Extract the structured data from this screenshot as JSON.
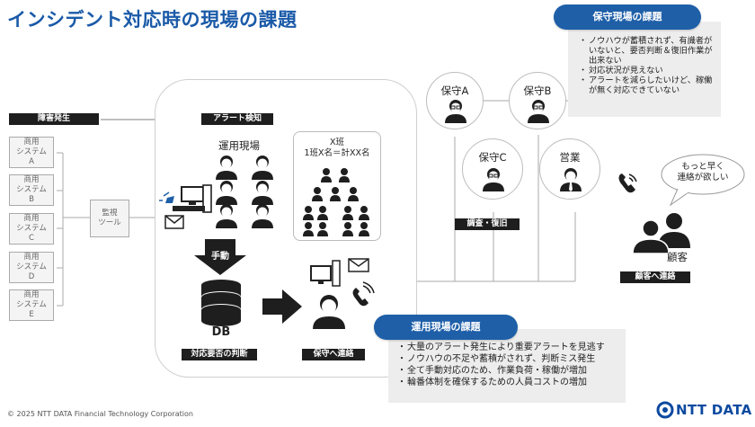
{
  "title": "インシデント対応時の現場の課題",
  "incident": {
    "label": "障害発生",
    "systems": [
      [
        "商用",
        "システム",
        "A"
      ],
      [
        "商用",
        "システム",
        "B"
      ],
      [
        "商用",
        "システム",
        "C"
      ],
      [
        "商用",
        "システム",
        "D"
      ],
      [
        "商用",
        "システム",
        "E"
      ]
    ]
  },
  "monitor_tool": [
    "監視",
    "ツール"
  ],
  "alert_detect": "アラート検知",
  "ops_site": {
    "label": "運用現場",
    "team_line1": "X班",
    "team_line2": "1班X名＝計XX名",
    "manual_label": "手動",
    "db_label": "DB",
    "judge_label": "対応要否の判断",
    "contact_label": "保守へ連絡"
  },
  "maintenance": {
    "a": "保守A",
    "b": "保守B",
    "c": "保守C",
    "sales": "営業",
    "investigate_label": "調査・復旧"
  },
  "customer": {
    "label": "顧客",
    "bubble": [
      "もっと早く",
      "連絡が欲しい"
    ],
    "contact_label": "顧客へ連絡"
  },
  "maint_issues": {
    "title": "保守現場の課題",
    "items": [
      "ノウハウが蓄積されず、有識者がいないと、要否判断＆復旧作業が出来ない",
      "対応状況が見えない",
      "アラートを減らしたいけど、稼働が無く対応できていない"
    ]
  },
  "ops_issues": {
    "title": "運用現場の課題",
    "items": [
      "大量のアラート発生により重要アラートを見逃す",
      "ノウハウの不足や蓄積がされず、判断ミス発生",
      "全て手動対応のため、作業負荷・稼働が増加",
      "輪番体制を確保するための人員コストの増加"
    ]
  },
  "footer": "© 2025 NTT DATA Financial Technology Corporation",
  "logo": "NTT DATA",
  "colors": {
    "blue": "#1e5fa8",
    "title_blue": "#1a5aa8",
    "dark": "#1e1e1e",
    "grey_box": "#ededed"
  }
}
